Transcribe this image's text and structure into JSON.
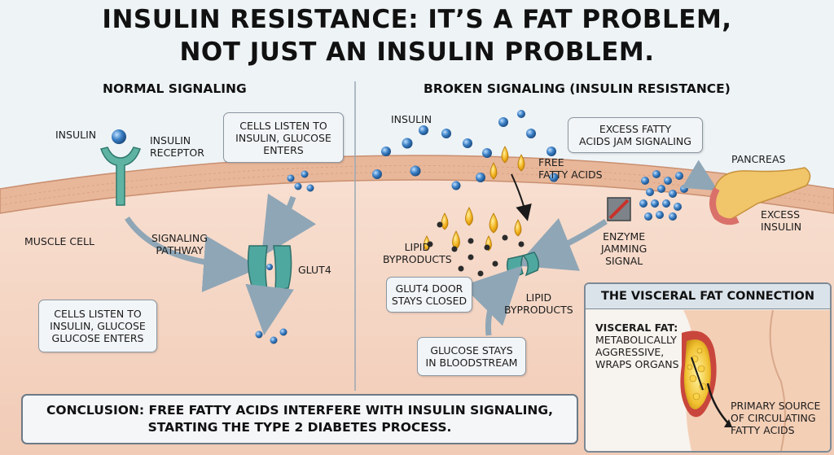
{
  "title": {
    "line1": "INSULIN RESISTANCE: IT’S A FAT PROBLEM,",
    "line2": "NOT JUST AN INSULIN PROBLEM."
  },
  "normal": {
    "heading": "NORMAL SIGNALING",
    "insulin_label": "INSULIN",
    "receptor_label_1": "INSULIN",
    "receptor_label_2": "RECEPTOR",
    "callout_top": [
      "CELLS LISTEN TO",
      "INSULIN, GLUCOSE",
      "ENTERS"
    ],
    "muscle_cell": "MUSCLE CELL",
    "signaling_1": "SIGNALING",
    "signaling_2": "PATHWAY",
    "glut4": "GLUT4",
    "callout_bottom": [
      "CELLS LISTEN TO",
      "INSULIN, GLUCOSE",
      "GLUCOSE ENTERS"
    ]
  },
  "broken": {
    "heading": "BROKEN SIGNALING (INSULIN RESISTANCE)",
    "insulin_label": "INSULIN",
    "ffa_1": "FREE",
    "ffa_2": "FATTY ACIDS",
    "callout_excess": [
      "EXCESS FATTY",
      "ACIDS JAM SIGNALING"
    ],
    "pancreas": "PANCREAS",
    "excess_insulin_1": "EXCESS",
    "excess_insulin_2": "INSULIN",
    "lipid_left_1": "LIPID",
    "lipid_left_2": "BYPRODUCTS",
    "enzyme_1": "ENZYME",
    "enzyme_2": "JAMMING",
    "enzyme_3": "SIGNAL",
    "glut4_closed": [
      "GLUT4 DOOR",
      "STAYS CLOSED"
    ],
    "lipid_right_1": "LIPID",
    "lipid_right_2": "BYPRODUCTS",
    "glucose_stays": [
      "GLUCOSE STAYS",
      "IN BLOODSTREAM"
    ]
  },
  "visceral": {
    "title": "THE VISCERAL FAT CONNECTION",
    "label_bold": "VISCERAL FAT:",
    "label_lines": [
      "METABOLICALLY",
      "AGGRESSIVE,",
      "WRAPS ORGANS"
    ],
    "source_lines": [
      "PRIMARY SOURCE",
      "OF CIRCULATING",
      "FATTY ACIDS"
    ]
  },
  "conclusion": {
    "line1": "CONCLUSION: FREE FATTY ACIDS INTERFERE WITH INSULIN SIGNALING,",
    "line2": "STARTING THE TYPE 2 DIABETES PROCESS."
  },
  "colors": {
    "membrane": "#e8b79a",
    "cell_interior": "#f6d8c8",
    "insulin_blue": "#3b7fc4",
    "glut4_teal": "#4fa8a0",
    "fatty_acid": "#f2b320",
    "arrow_gray": "#8fa6b6"
  }
}
